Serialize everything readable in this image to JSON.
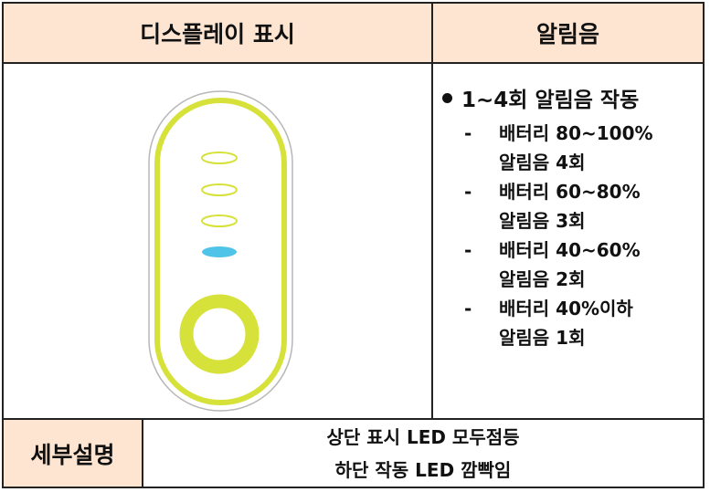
{
  "header": {
    "display_label": "디스플레이 표시",
    "alarm_label": "알림음"
  },
  "alarm": {
    "title": "1~4회 알림음 작동",
    "items": [
      {
        "dash": "-",
        "line1": "배터리 80~100%",
        "line2": "알림음 4회"
      },
      {
        "dash": "-",
        "line1": "배터리 60~80%",
        "line2": "알림음 3회"
      },
      {
        "dash": "-",
        "line1": "배터리 40~60%",
        "line2": "알림음 2회"
      },
      {
        "dash": "-",
        "line1": "배터리 40%이하",
        "line2": "알림음 1회"
      }
    ]
  },
  "device": {
    "led_lit_color": "#4fc3e8",
    "outline_color": "#d6e23a",
    "leds": [
      {
        "name": "led-1",
        "lit": false
      },
      {
        "name": "led-2",
        "lit": false
      },
      {
        "name": "led-3",
        "lit": false
      },
      {
        "name": "led-4",
        "lit": true
      }
    ]
  },
  "detail": {
    "label": "세부설명",
    "line1": "상단 표시 LED 모두점등",
    "line2": "하단 작동 LED 깜빡임"
  }
}
